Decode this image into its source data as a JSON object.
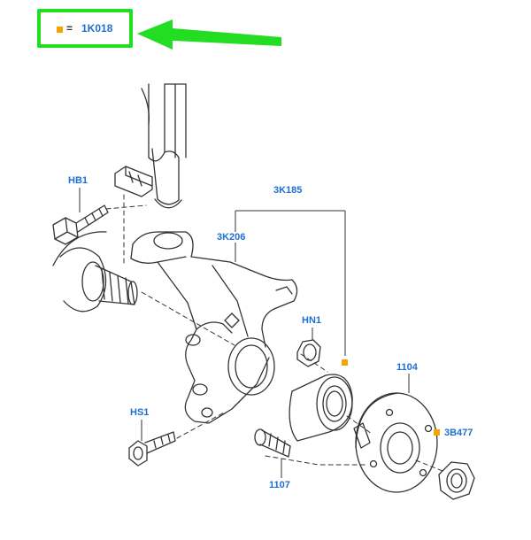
{
  "legend": {
    "symbol": "orange-square",
    "equals": "=",
    "code": "1K018",
    "marker_color": "#f5a300",
    "frame_color": "#22dd22"
  },
  "labels": {
    "hb1": "HB1",
    "k185": "3K185",
    "k206": "3K206",
    "hn1": "HN1",
    "p1104": "1104",
    "hs1": "HS1",
    "b477": "3B477",
    "p1107": "1107"
  },
  "colors": {
    "label": "#1f6fd1",
    "line": "#333333"
  }
}
